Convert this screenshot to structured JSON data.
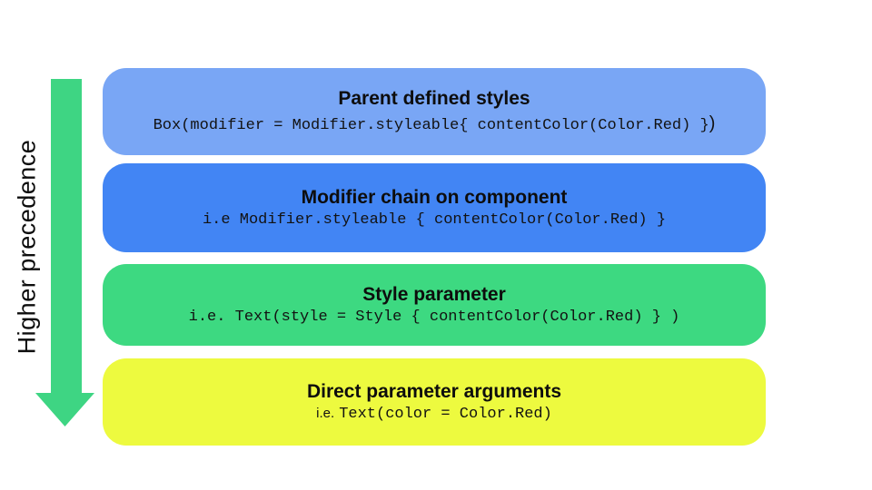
{
  "diagram": {
    "text_color": "#0d0d0d",
    "arrow": {
      "label": "Higher precedence",
      "color": "#3ed583"
    },
    "boxes": [
      {
        "title": "Parent defined styles",
        "code_prefix": "",
        "code": "Box(modifier = Modifier.styleable{ contentColor(Color.Red) }",
        "code_suffix": ")",
        "color": "#79a6f5"
      },
      {
        "title": "Modifier chain on component",
        "code_prefix": "",
        "code": "i.e Modifier.styleable { contentColor(Color.Red) }",
        "code_suffix": "",
        "color": "#4285f4"
      },
      {
        "title": "Style parameter",
        "code_prefix": "",
        "code": "i.e. Text(style = Style { contentColor(Color.Red) } )",
        "code_suffix": "",
        "color": "#3dd981"
      },
      {
        "title": "Direct parameter arguments",
        "code_prefix": "i.e.",
        "code": "Text(color = Color.Red)",
        "code_suffix": "",
        "color": "#edfa3f"
      }
    ]
  }
}
